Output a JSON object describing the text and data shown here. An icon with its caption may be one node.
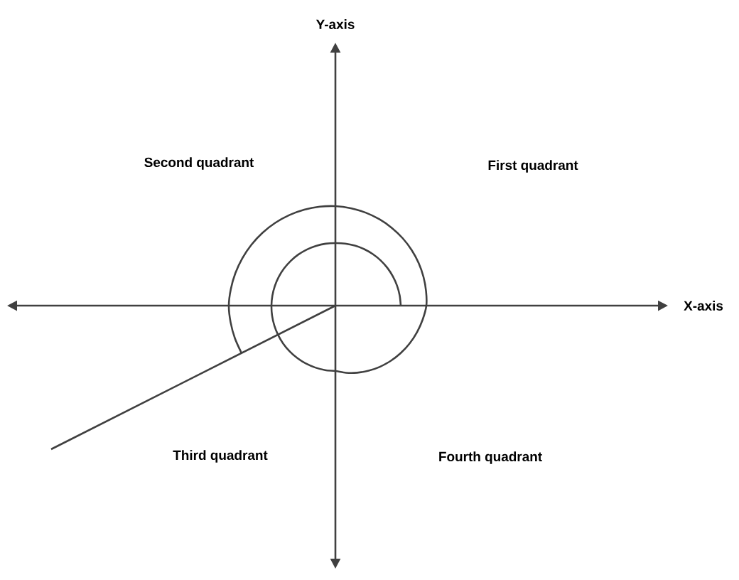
{
  "diagram": {
    "labels": [
      "Y-axis",
      "Second quadrant",
      "First quadrant",
      "X-axis",
      "Third quadrant",
      "Fourth quadrant"
    ]
  }
}
